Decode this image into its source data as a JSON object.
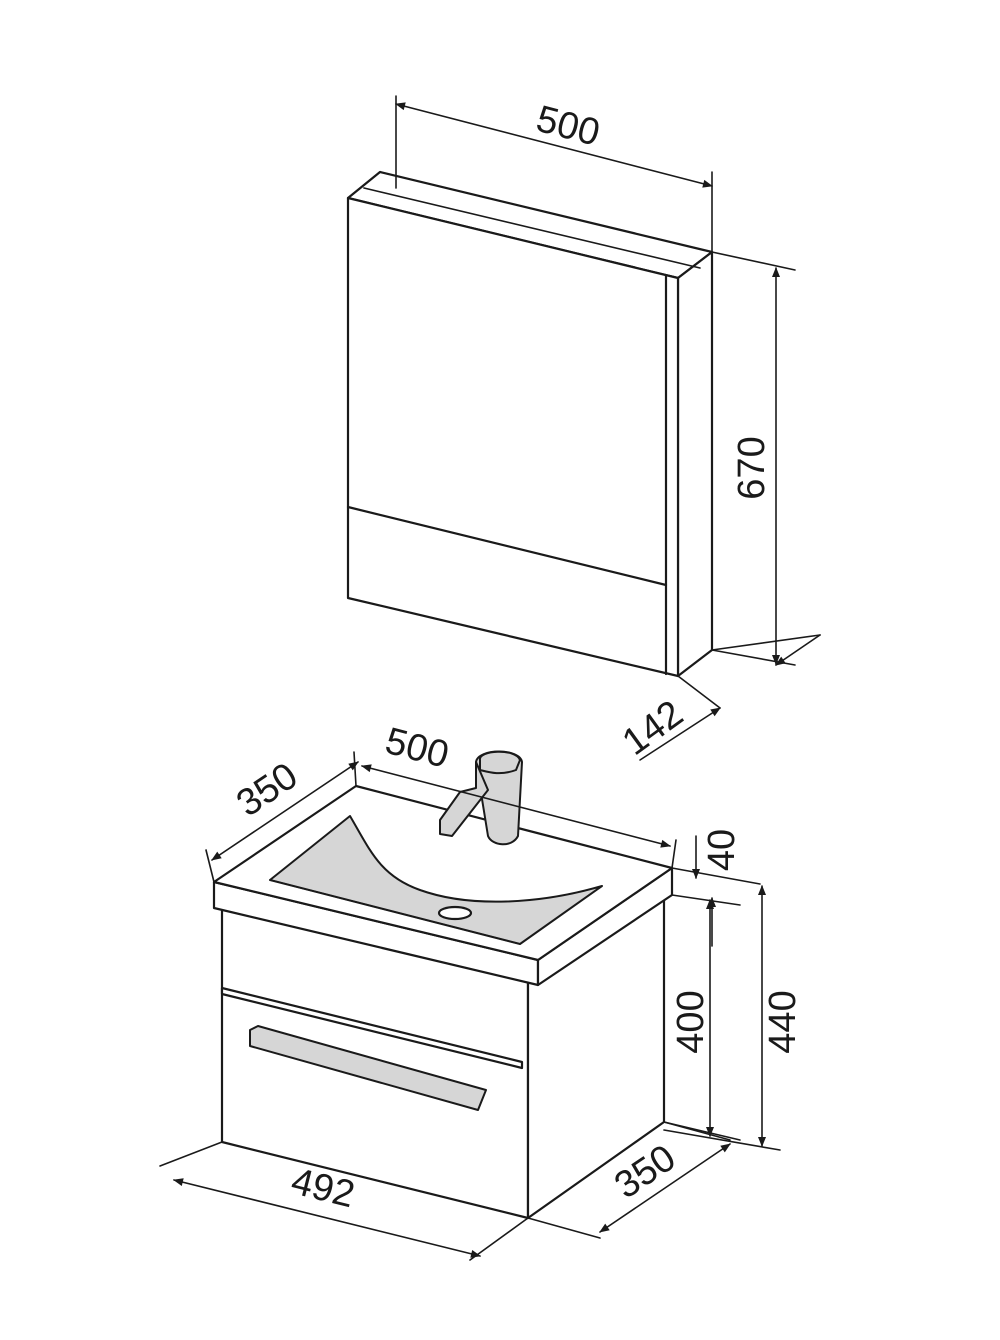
{
  "mirror_cabinet": {
    "width": "500",
    "height": "670",
    "depth": "142"
  },
  "vanity": {
    "basin_depth": "350",
    "basin_width": "500",
    "top_thickness": "40",
    "body_height": "400",
    "total_height": "440",
    "body_width": "492",
    "body_depth": "350"
  }
}
